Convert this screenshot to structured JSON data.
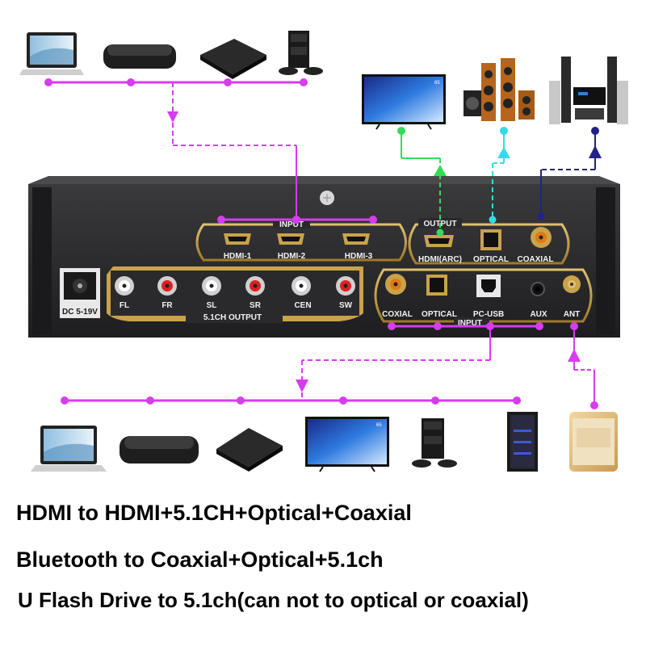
{
  "panel": {
    "input_group_label": "INPUT",
    "hdmi_inputs": [
      "HDMI-1",
      "HDMI-2",
      "HDMI-3"
    ],
    "output_group_label": "OUTPUT",
    "outputs": [
      "HDMI(ARC)",
      "OPTICAL",
      "COAXIAL"
    ],
    "power_label": "DC 5-19V",
    "channel_labels": [
      "FL",
      "FR",
      "SL",
      "SR",
      "CEN",
      "SW"
    ],
    "channel_group_label": "5.1CH OUTPUT",
    "lower_inputs": [
      "COXIAL",
      "OPTICAL",
      "PC-USB",
      "AUX",
      "ANT"
    ],
    "lower_input_group_label": "INPUT"
  },
  "captions": {
    "line1": "HDMI to HDMI+5.1CH+Optical+Coaxial",
    "line2": "Bluetooth to Coaxial+Optical+5.1ch",
    "line3": "U Flash Drive to 5.1ch(can not to optical or coaxial)"
  },
  "colors": {
    "magenta": "#d63cf0",
    "green": "#33dd55",
    "cyan": "#33dbe8",
    "navy": "#222288",
    "gold": "#c9a24a",
    "panel": "#2a2a2c"
  },
  "devices": {
    "top_sources": [
      "laptop-icon",
      "tv-box-icon",
      "tv-box-icon",
      "game-console-icon"
    ],
    "top_outputs": [
      "tv-icon",
      "speaker-set-icon",
      "home-theater-icon"
    ],
    "bottom_sources": [
      "laptop-icon",
      "tv-box-icon",
      "tv-box-icon",
      "tv-icon",
      "game-console-icon",
      "pc-tower-icon"
    ],
    "phone": "smartphone-icon",
    "tv_badge": "65"
  }
}
